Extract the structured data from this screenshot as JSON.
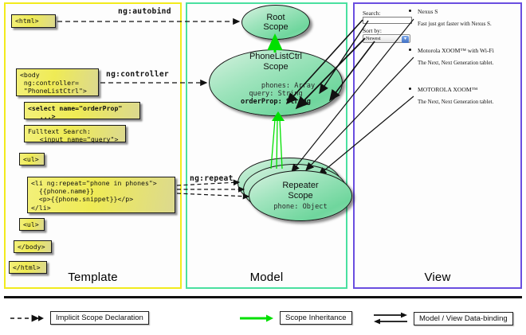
{
  "panels": {
    "template": {
      "label": "Template",
      "color": "#f2eb1d"
    },
    "model": {
      "label": "Model",
      "color": "#4ae0a0"
    },
    "view": {
      "label": "View",
      "color": "#6a4ee0"
    }
  },
  "template_boxes": [
    {
      "name": "html-open",
      "text": "<html>"
    },
    {
      "name": "body-open",
      "text": "<body\n ng:controller=\n \"PhoneListCtrl\">"
    },
    {
      "name": "select",
      "text": "<select name=\"orderProp\"\n   ...>"
    },
    {
      "name": "search",
      "text": "Fulltext Search:\n   <input name=\"query\">"
    },
    {
      "name": "ul-open",
      "text": "<ul>"
    },
    {
      "name": "li-repeat",
      "text": "<li ng:repeat=\"phone in phones\">\n  {{phone.name}}\n  <p>{{phone.snippet}}</p>\n</li>"
    },
    {
      "name": "ul-close",
      "text": "<ul>"
    },
    {
      "name": "body-close",
      "text": "</body>"
    },
    {
      "name": "html-close",
      "text": "</html>"
    }
  ],
  "edge_labels": {
    "autobind": "ng:autobind",
    "controller": "ng:controller",
    "repeat": "ng:repeat"
  },
  "model": {
    "root_scope": {
      "title_line1": "Root",
      "title_line2": "Scope"
    },
    "phonelist_scope": {
      "title_line1": "PhoneListCtrl",
      "title_line2": "Scope",
      "props_normal": "phones: Array\nquery: String\n",
      "props_bold": "orderProp: String"
    },
    "repeater_scope": {
      "title_line1": "Repeater",
      "title_line2": "Scope",
      "props": "phone: Object"
    }
  },
  "view": {
    "search_label": "Search:",
    "search_value": "",
    "sort_label": "Sort by:",
    "sort_selected": "Newest",
    "phones": [
      {
        "name": "Nexus S",
        "snippet": "Fast just got faster with Nexus S."
      },
      {
        "name": "Motorola XOOM™  with Wi-Fi",
        "snippet": "The Next, Next Generation tablet."
      },
      {
        "name": "MOTOROLA XOOM™",
        "snippet": "The Next, Next Generation tablet."
      }
    ]
  },
  "legend": [
    {
      "name": "implicit-scope-declaration",
      "label": "Implicit Scope Declaration",
      "style": "dashed-arrow",
      "color": "#111111"
    },
    {
      "name": "scope-inheritance",
      "label": "Scope Inheritance",
      "style": "green-arrow",
      "color": "#00e000"
    },
    {
      "name": "model-view-data-binding",
      "label": "Model / View Data-binding",
      "style": "double-arrow",
      "color": "#111111"
    }
  ]
}
